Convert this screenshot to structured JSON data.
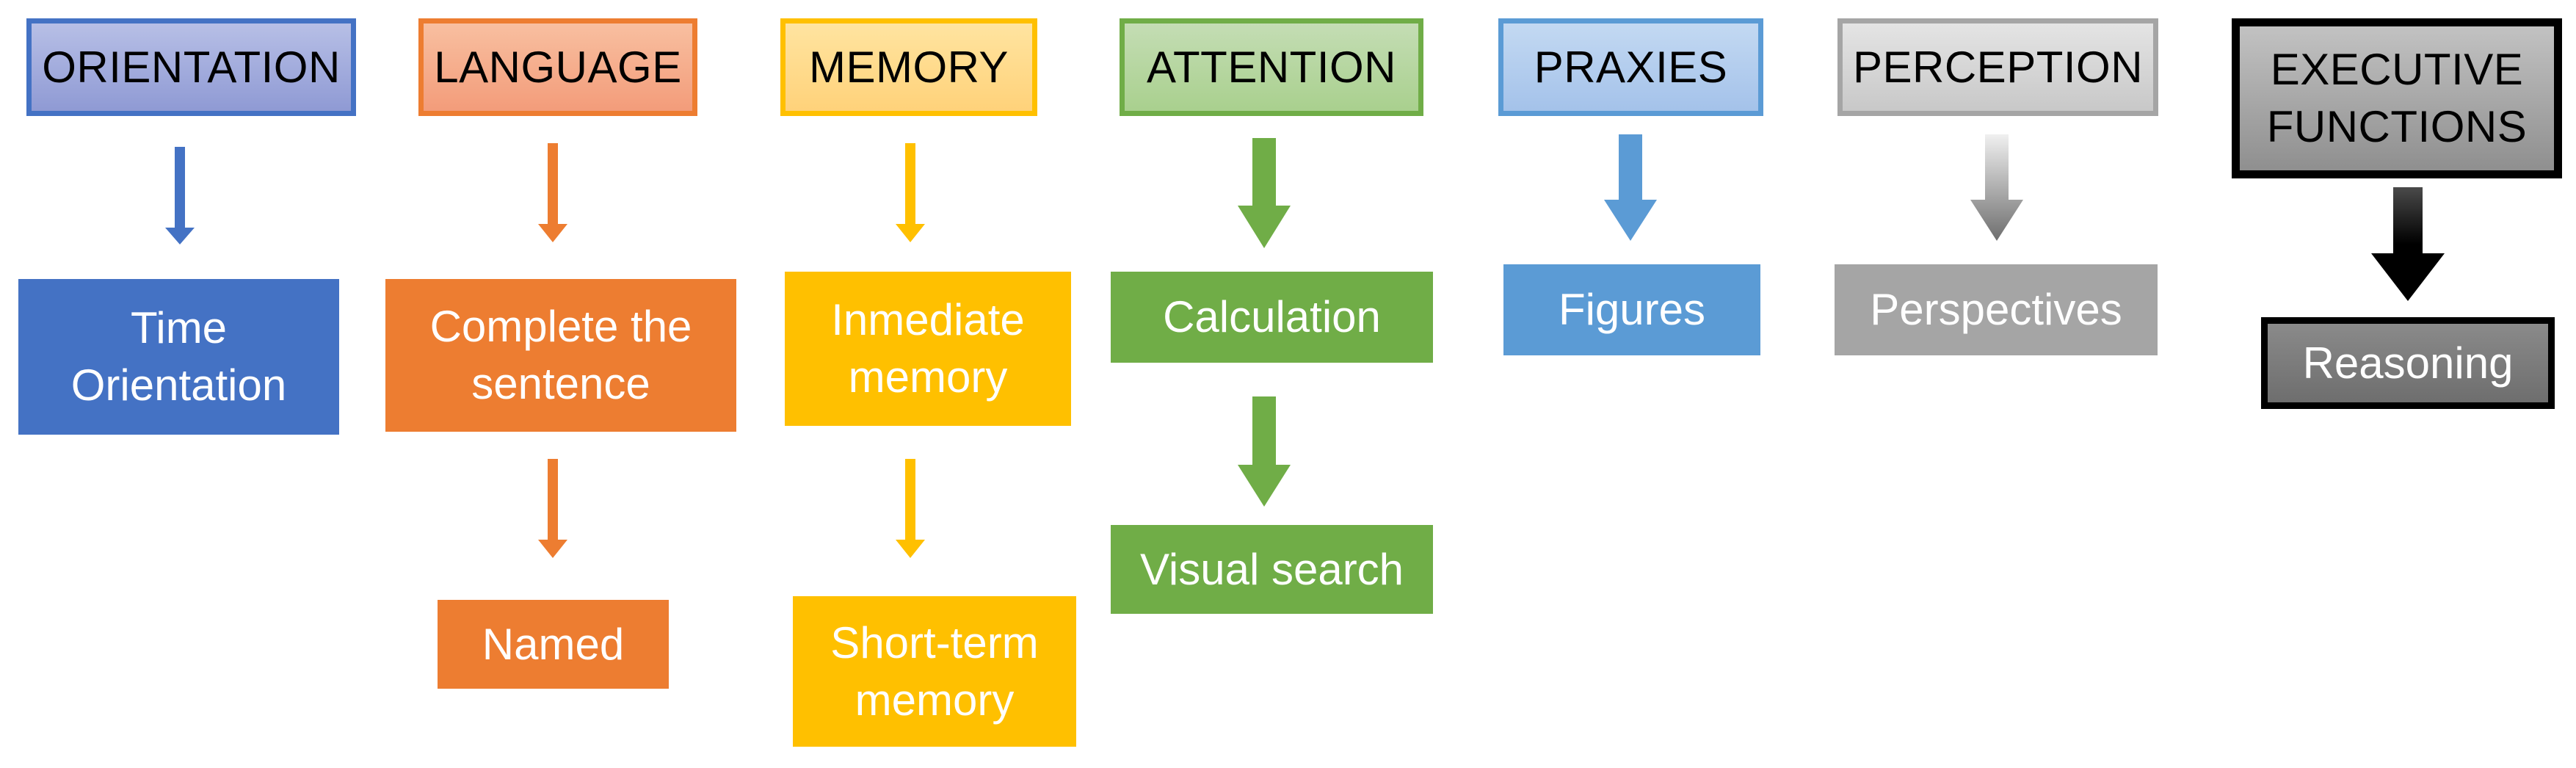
{
  "columns": {
    "orientation": {
      "title": "ORIENTATION",
      "items": [
        "Time\nOrientation"
      ]
    },
    "language": {
      "title": "LANGUAGE",
      "items": [
        "Complete the\nsentence",
        "Named"
      ]
    },
    "memory": {
      "title": "MEMORY",
      "items": [
        "Inmediate\nmemory",
        "Short-term\nmemory"
      ]
    },
    "attention": {
      "title": "ATTENTION",
      "items": [
        "Calculation",
        "Visual search"
      ]
    },
    "praxies": {
      "title": "PRAXIES",
      "items": [
        "Figures"
      ]
    },
    "perception": {
      "title": "PERCEPTION",
      "items": [
        "Perspectives"
      ]
    },
    "executive": {
      "title": "EXECUTIVE\nFUNCTIONS",
      "items": [
        "Reasoning"
      ]
    }
  },
  "colors": {
    "orientation": "#4472c4",
    "language": "#ed7d31",
    "memory": "#ffc000",
    "attention": "#70ad47",
    "praxies": "#5b9bd5",
    "perception": "#a5a5a5",
    "executive": "#000000"
  }
}
